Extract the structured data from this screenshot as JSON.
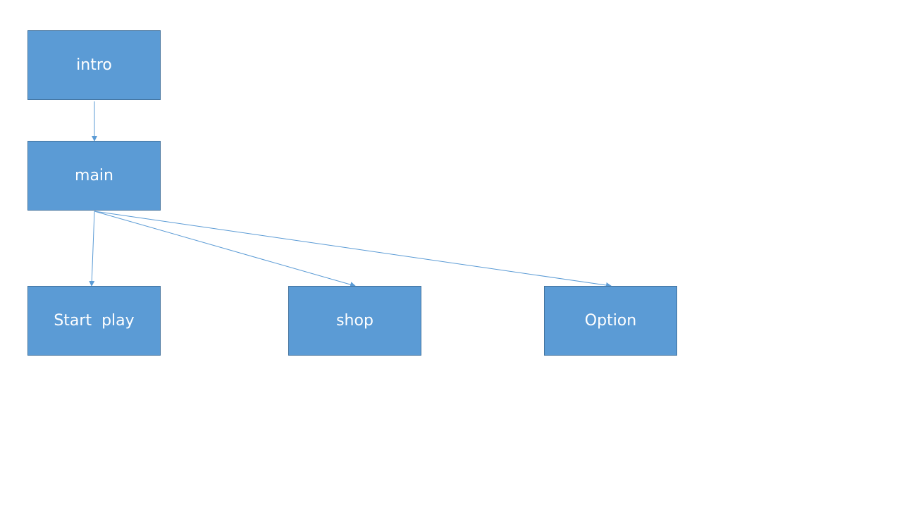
{
  "colors": {
    "node_fill": "#5b9bd5",
    "node_border": "#41719c",
    "connector": "#5b9bd5",
    "label": "#ffffff",
    "background": "#ffffff"
  },
  "nodes": {
    "intro": {
      "label": "intro"
    },
    "main": {
      "label": "main"
    },
    "start_play": {
      "label": "Start  play"
    },
    "shop": {
      "label": "shop"
    },
    "option": {
      "label": "Option"
    }
  },
  "edges": [
    {
      "from": "intro",
      "to": "main"
    },
    {
      "from": "main",
      "to": "start_play"
    },
    {
      "from": "main",
      "to": "shop"
    },
    {
      "from": "main",
      "to": "option"
    }
  ]
}
